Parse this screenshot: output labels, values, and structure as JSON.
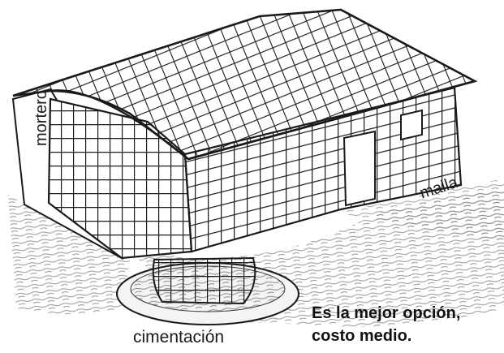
{
  "labels": {
    "mortero": "mortero",
    "malla": "malla",
    "cimentacion": "cimentación"
  },
  "caption": {
    "line1": "Es la mejor opción,",
    "line2": "costo medio."
  },
  "colors": {
    "ink": "#1a1a1a",
    "ground_texture": "#8a8a8a",
    "wall_fill": "#ffffff"
  }
}
